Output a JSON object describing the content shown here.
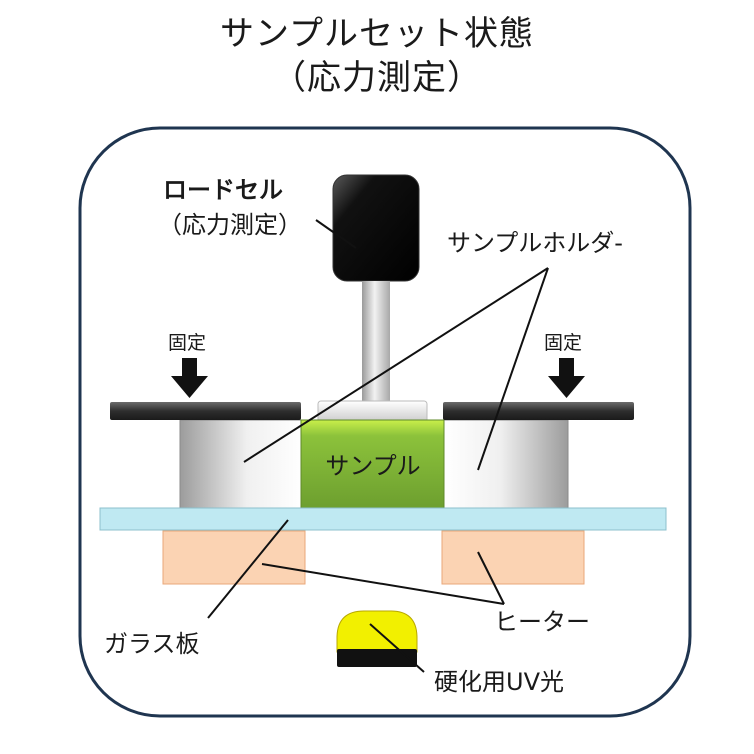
{
  "title": {
    "line1": "サンプルセット状態",
    "line2": "（応力測定）"
  },
  "labels": {
    "load_cell": "ロードセル",
    "load_cell_sub": "（応力測定）",
    "sample_holder": "サンプルホルダ-",
    "fixed_left": "固定",
    "fixed_right": "固定",
    "sample": "サンプル",
    "glass_plate": "ガラス板",
    "heater": "ヒーター",
    "uv_light": "硬化用UV光"
  },
  "colors": {
    "frame_border": "#1f3550",
    "load_cell": "#0a0a0a",
    "rod": "#cfcfcf",
    "clamp_plate": "#3a3a3a",
    "holder": "#d9d9d9",
    "sample": "#7fb23a",
    "glass": "#bfe9f2",
    "heater": "#fbd3b3",
    "uv_lamp": "#f2f000"
  }
}
